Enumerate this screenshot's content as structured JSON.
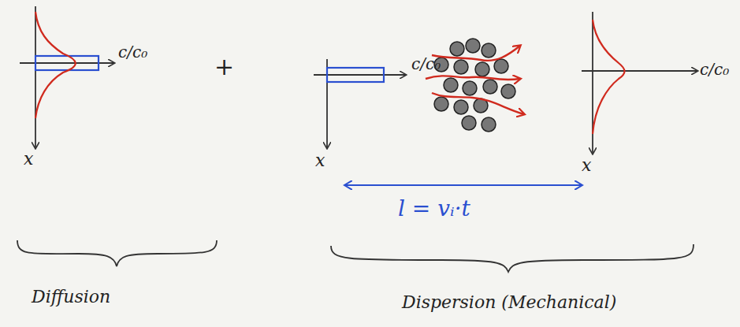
{
  "diagram": {
    "labels": [
      "c/c₀",
      "x",
      "+",
      "c/c₀",
      "x",
      "c/c₀",
      "x",
      "l = vᵢ·t",
      "Diffusion",
      "Dispersion (Mechanical)"
    ]
  }
}
